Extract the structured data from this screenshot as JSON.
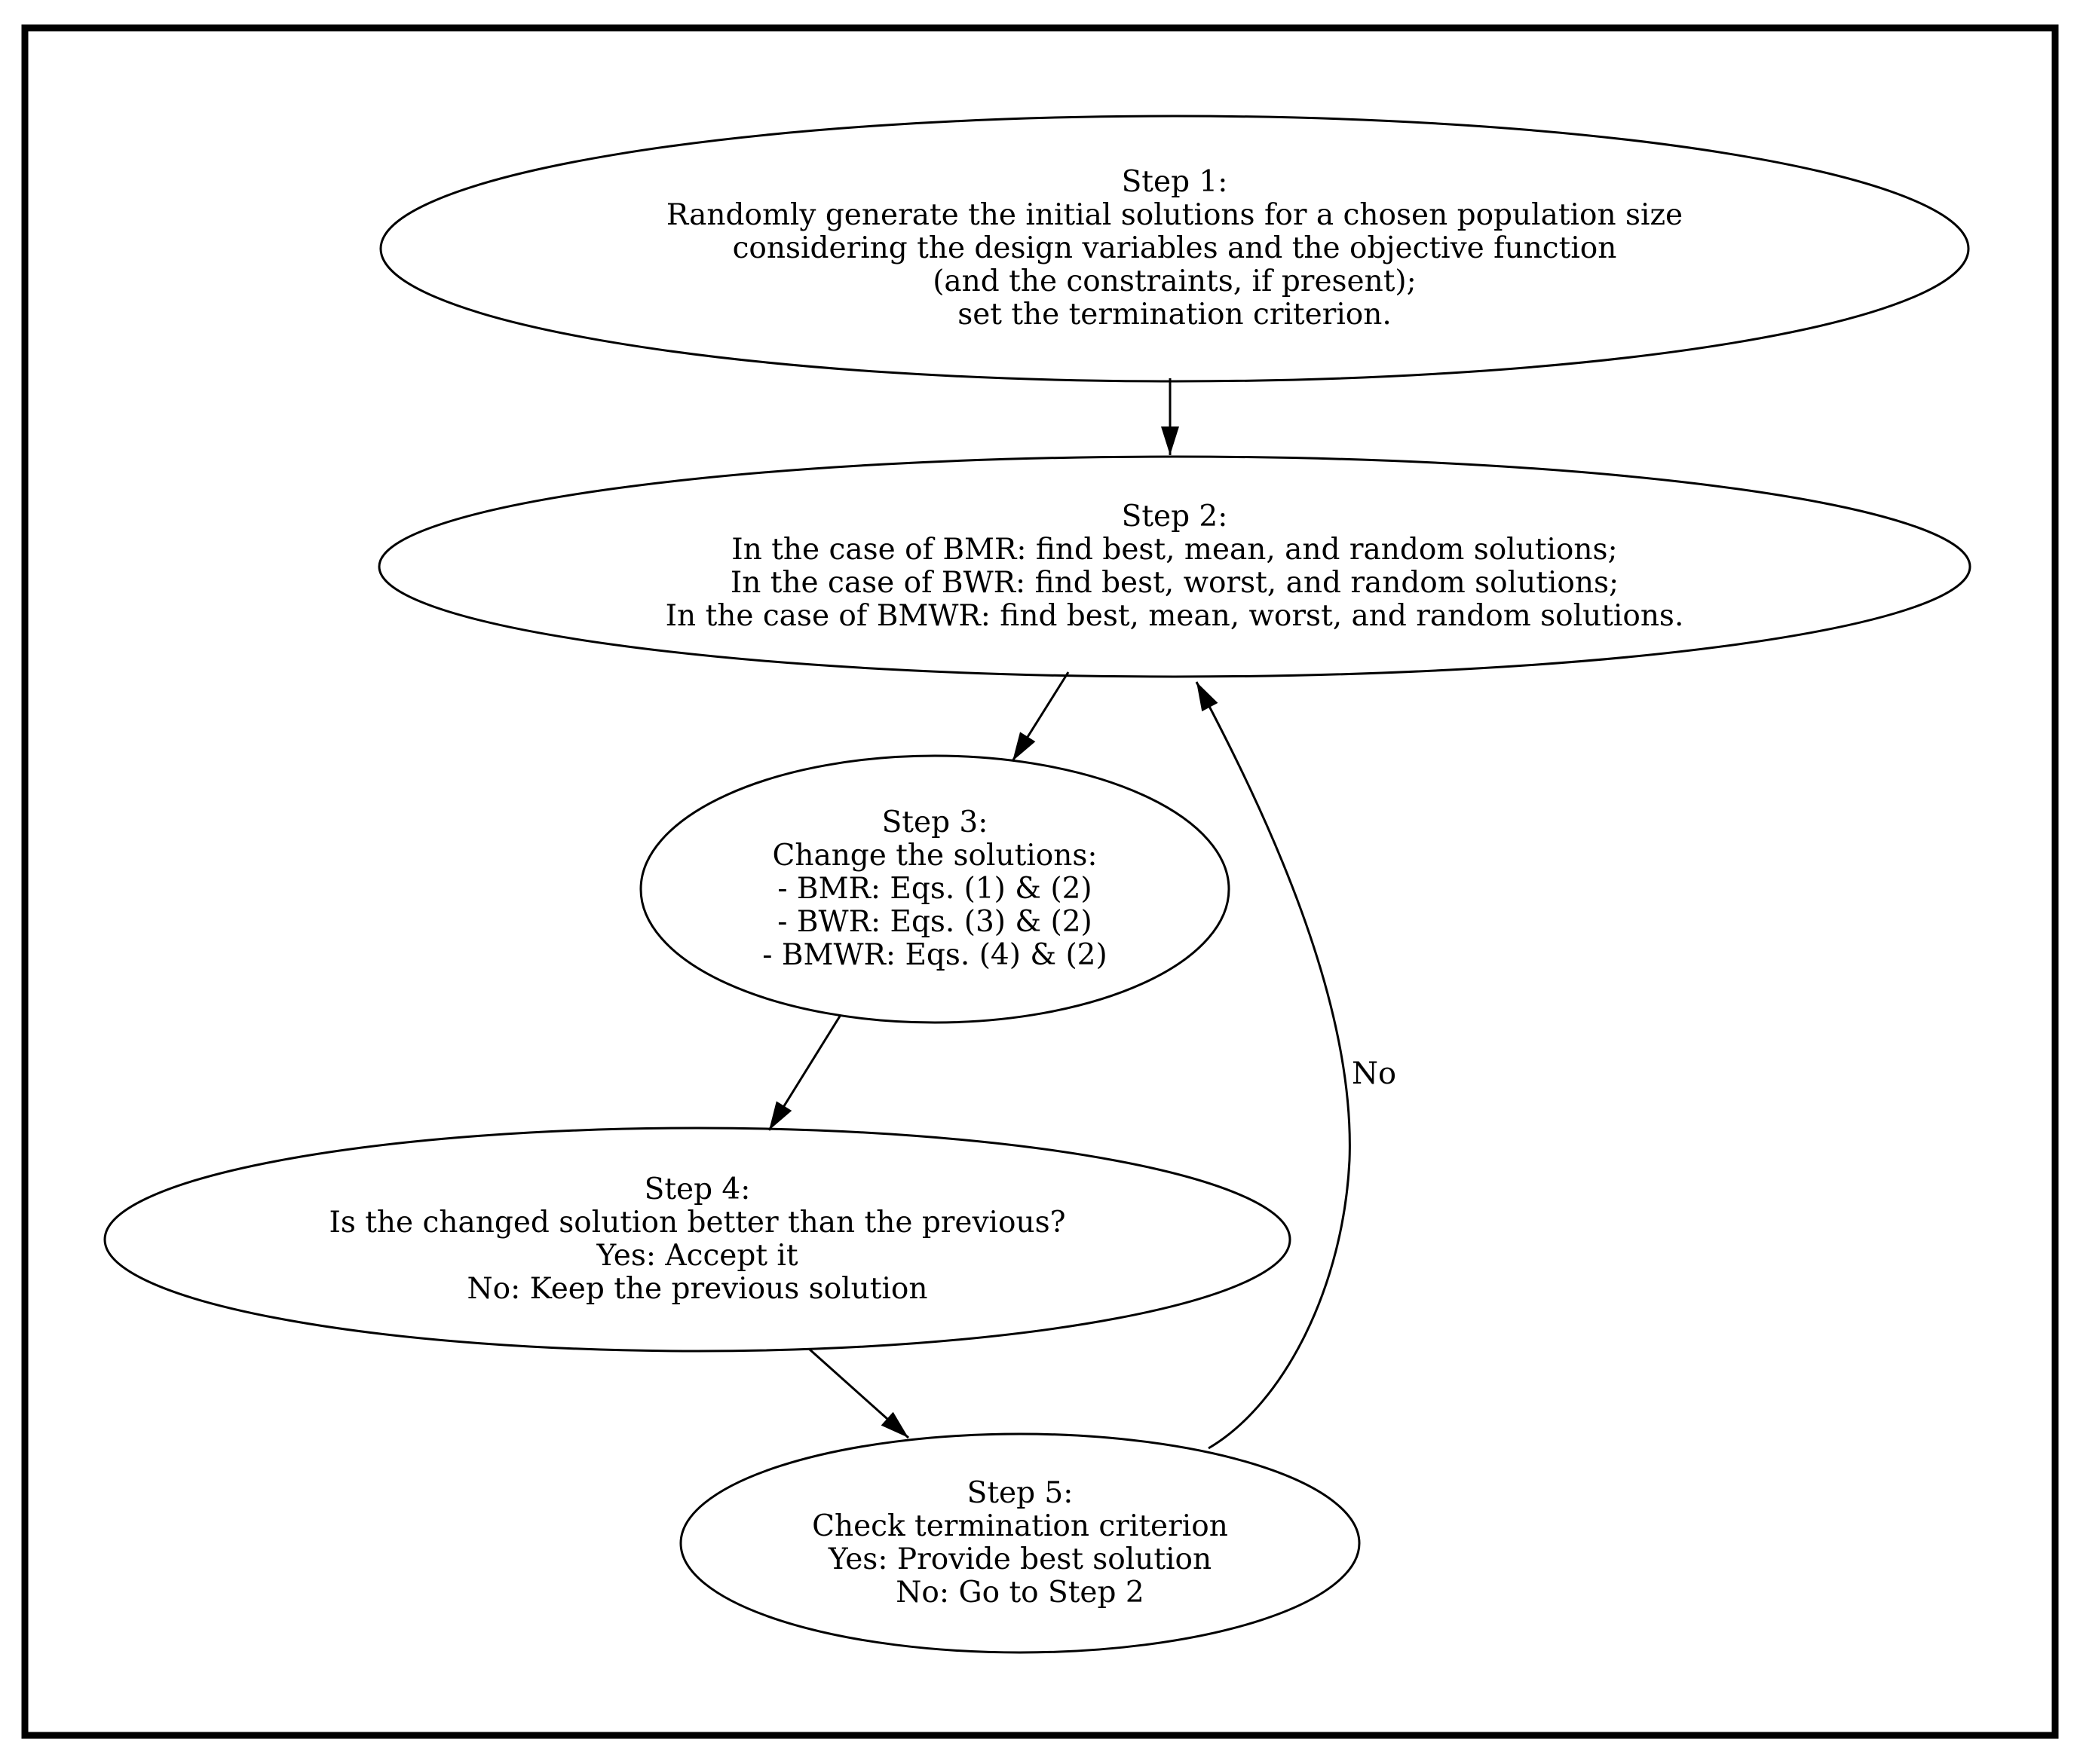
{
  "page": {
    "background_color": "#ffffff",
    "border_color": "#000000"
  },
  "diagram": {
    "type": "flowchart",
    "direction": "top-down",
    "node_shape": "ellipse",
    "stroke_color": "#000000",
    "node_fill_color": "#ffffff",
    "text_color": "#000000",
    "nodes": [
      {
        "id": "step1",
        "shape": "ellipse",
        "lines": [
          "Step 1:",
          "Randomly generate the initial solutions for a chosen population size",
          "considering the design variables and the objective function",
          "(and the constraints, if present);",
          "set the termination criterion."
        ]
      },
      {
        "id": "step2",
        "shape": "ellipse",
        "lines": [
          "Step 2:",
          "In the case of BMR: find best, mean, and random solutions;",
          "In the case of BWR: find best, worst, and random solutions;",
          "In the case of BMWR: find best, mean, worst, and random solutions."
        ]
      },
      {
        "id": "step3",
        "shape": "ellipse",
        "lines": [
          "Step 3:",
          "Change the solutions:",
          "- BMR: Eqs. (1) & (2)",
          "- BWR: Eqs. (3) & (2)",
          "- BMWR: Eqs. (4) & (2)"
        ]
      },
      {
        "id": "step4",
        "shape": "ellipse",
        "lines": [
          "Step 4:",
          "Is the changed solution better than the previous?",
          "Yes: Accept it",
          "No: Keep the previous solution"
        ]
      },
      {
        "id": "step5",
        "shape": "ellipse",
        "lines": [
          "Step 5:",
          "Check termination criterion",
          "Yes: Provide best solution",
          "No: Go to Step 2"
        ]
      }
    ],
    "edges": [
      {
        "from": "step1",
        "to": "step2",
        "label": ""
      },
      {
        "from": "step2",
        "to": "step3",
        "label": ""
      },
      {
        "from": "step3",
        "to": "step4",
        "label": ""
      },
      {
        "from": "step4",
        "to": "step5",
        "label": ""
      },
      {
        "from": "step5",
        "to": "step2",
        "label": "No"
      }
    ]
  }
}
